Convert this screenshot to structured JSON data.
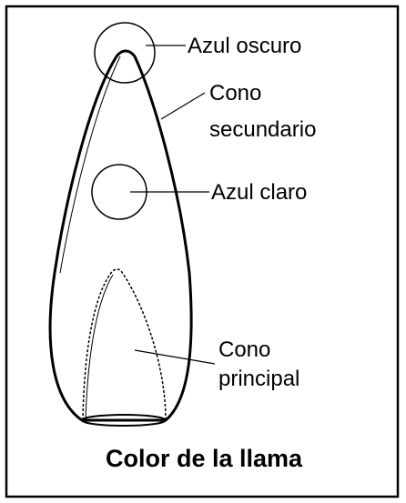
{
  "diagram": {
    "caption": "Color de la llama",
    "labels": {
      "azul_oscuro": "Azul oscuro",
      "cono_secundario_line1": "Cono",
      "cono_secundario_line2": "secundario",
      "azul_claro": "Azul claro",
      "cono_principal_line1": "Cono",
      "cono_principal_line2": "principal"
    }
  }
}
